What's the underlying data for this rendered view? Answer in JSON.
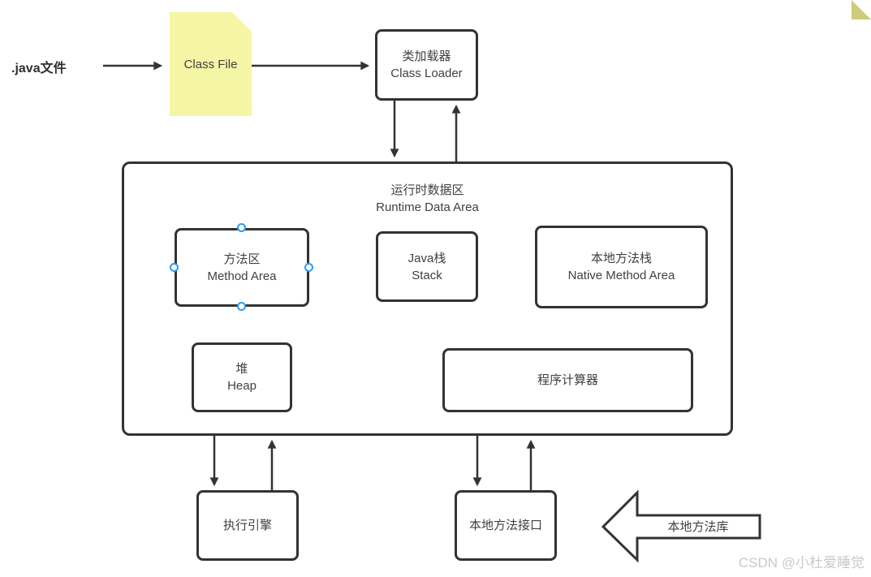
{
  "diagram": {
    "source_file": {
      "label": ".java文件"
    },
    "class_file": {
      "label": "Class File"
    },
    "class_loader": {
      "label_zh": "类加载器",
      "label_en": "Class Loader"
    },
    "runtime_data_area": {
      "label_zh": "运行时数据区",
      "label_en": "Runtime Data Area"
    },
    "method_area": {
      "label_zh": "方法区",
      "label_en": "Method Area"
    },
    "java_stack": {
      "label_zh": "Java栈",
      "label_en": "Stack"
    },
    "native_method_stack": {
      "label_zh": "本地方法栈",
      "label_en": "Native Method Area"
    },
    "heap": {
      "label_zh": "堆",
      "label_en": "Heap"
    },
    "program_counter": {
      "label_zh": "程序计算器"
    },
    "execution_engine": {
      "label_zh": "执行引擎"
    },
    "native_method_interface": {
      "label_zh": "本地方法接口"
    },
    "native_method_library": {
      "label_zh": "本地方法库"
    }
  },
  "watermark": {
    "label": "CSDN @小杜爱睡觉"
  },
  "colors": {
    "shape_border": "#333333",
    "shape_text": "#404040",
    "note_fill": "#F5F5A6",
    "note_fold": "#CCCC7A",
    "handle_stroke": "#2E9BF0",
    "watermark_text": "#C9C9C9",
    "background": "#FFFFFF"
  }
}
